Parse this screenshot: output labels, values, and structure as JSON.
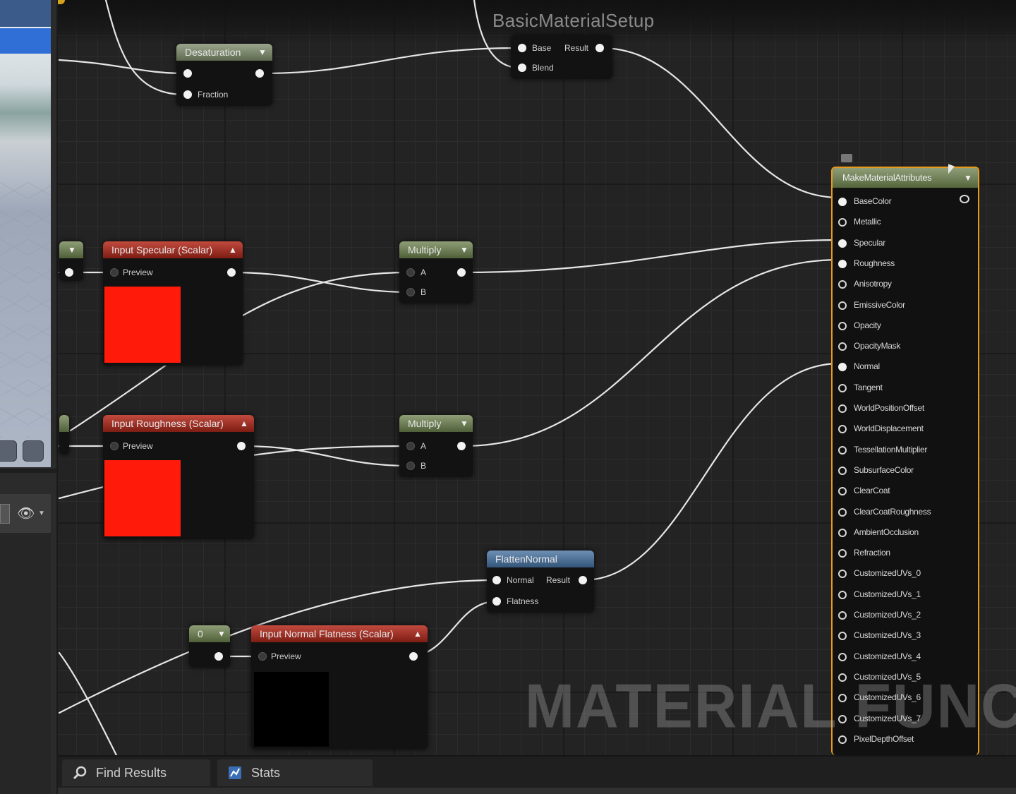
{
  "graph": {
    "title": "BasicMaterialSetup",
    "watermark": "MATERIAL FUNCTIC"
  },
  "nodes": {
    "desaturation": {
      "title": "Desaturation",
      "pin_fraction": "Fraction"
    },
    "blend": {
      "pin_base": "Base",
      "pin_result": "Result",
      "pin_blend": "Blend"
    },
    "input_specular": {
      "title": "Input Specular (Scalar)",
      "pin_preview": "Preview",
      "color": "#ff1a0a"
    },
    "multiply_1": {
      "title": "Multiply",
      "pin_a": "A",
      "pin_b": "B"
    },
    "input_roughness": {
      "title": "Input Roughness (Scalar)",
      "pin_preview": "Preview",
      "color": "#ff1a0a"
    },
    "multiply_2": {
      "title": "Multiply",
      "pin_a": "A",
      "pin_b": "B"
    },
    "flatten_normal": {
      "title": "FlattenNormal",
      "pin_normal": "Normal",
      "pin_result": "Result",
      "pin_flatness": "Flatness"
    },
    "constant": {
      "title": "0"
    },
    "input_normal_flatness": {
      "title": "Input Normal Flatness (Scalar)",
      "pin_preview": "Preview",
      "color": "#000000"
    },
    "make_material_attributes": {
      "title": "MakeMaterialAttributes",
      "border_color": "#e89a1e",
      "attributes": [
        "BaseColor",
        "Metallic",
        "Specular",
        "Roughness",
        "Anisotropy",
        "EmissiveColor",
        "Opacity",
        "OpacityMask",
        "Normal",
        "Tangent",
        "WorldPositionOffset",
        "WorldDisplacement",
        "TessellationMultiplier",
        "SubsurfaceColor",
        "ClearCoat",
        "ClearCoatRoughness",
        "AmbientOcclusion",
        "Refraction",
        "CustomizedUVs_0",
        "CustomizedUVs_1",
        "CustomizedUVs_2",
        "CustomizedUVs_3",
        "CustomizedUVs_4",
        "CustomizedUVs_5",
        "CustomizedUVs_6",
        "CustomizedUVs_7",
        "PixelDepthOffset"
      ],
      "connected": [
        "BaseColor",
        "Specular",
        "Roughness",
        "Normal"
      ]
    }
  },
  "bottom_tabs": [
    {
      "label": "Find Results",
      "icon": "search-icon"
    },
    {
      "label": "Stats",
      "icon": "stats-icon"
    }
  ],
  "icons": {
    "eye": "eye-icon",
    "list": "list-icon"
  }
}
